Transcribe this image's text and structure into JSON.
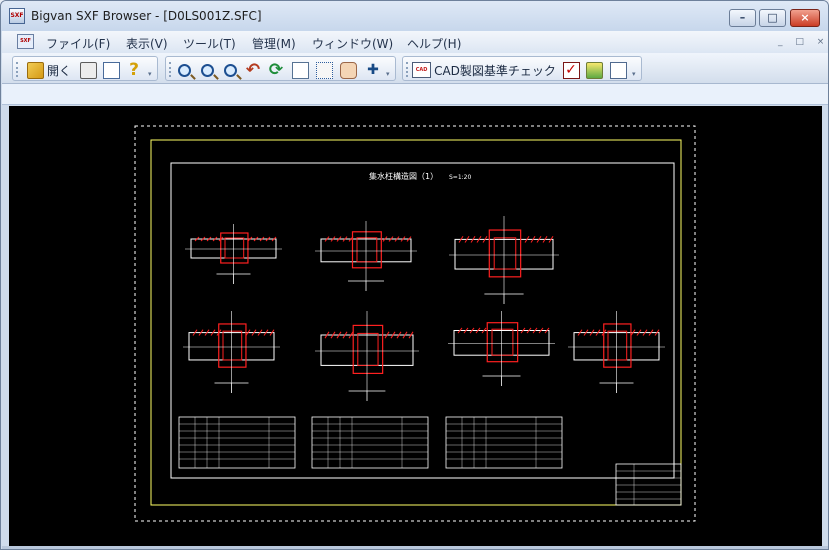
{
  "window": {
    "title": "Bigvan SXF Browser - [D0LS001Z.SFC]",
    "app_icon_text": "SXF",
    "minimize": "–",
    "maximize": "□",
    "close": "×"
  },
  "menu": {
    "icon_text": "SXF",
    "items": [
      {
        "label": "ファイル(F)"
      },
      {
        "label": "表示(V)"
      },
      {
        "label": "ツール(T)"
      },
      {
        "label": "管理(M)"
      },
      {
        "label": "ウィンドウ(W)"
      },
      {
        "label": "ヘルプ(H)"
      }
    ],
    "mdi_controls": "_ □ ×"
  },
  "toolbar": {
    "open_label": "開く",
    "help_glyph": "?",
    "undo_glyph": "↶",
    "refresh_glyph": "⟳",
    "cursor_glyph": "✚",
    "cad_icon_text": "CAD",
    "cad_check_label": "CAD製図基準チェック",
    "check_glyph": "✓",
    "chevron": "▾"
  },
  "drawing": {
    "title": "集水枉構造図（1）",
    "scale": "S=1:20"
  },
  "colors": {
    "canvas": "#000000",
    "frame": "#ffffff",
    "sheet_border": "#ffff66",
    "section": "#ff2020"
  },
  "icons": [
    "folder-icon",
    "printer-icon",
    "print-preview-icon",
    "help-icon",
    "zoom-icon",
    "zoom-in-icon",
    "zoom-out-icon",
    "undo-icon",
    "refresh-icon",
    "page-icon",
    "fit-window-icon",
    "pan-icon",
    "cursor-icon",
    "cad-check-icon",
    "checklist-icon",
    "layers-icon",
    "chart-icon"
  ]
}
